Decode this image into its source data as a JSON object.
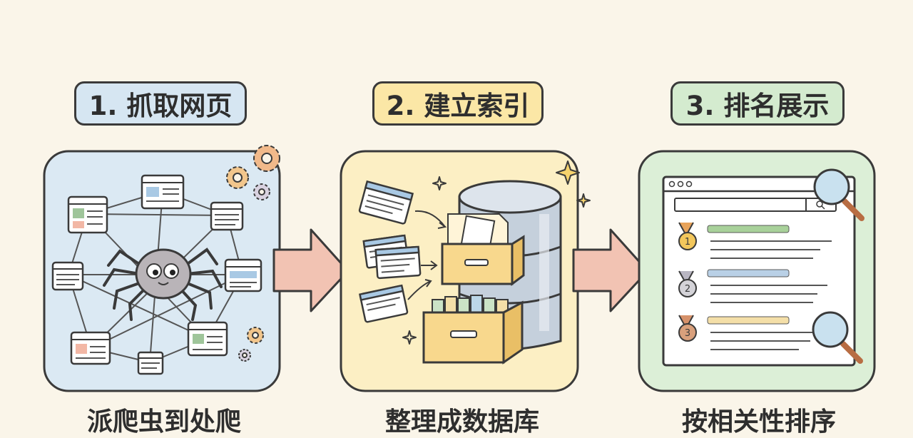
{
  "steps": [
    {
      "title": "1. 抓取网页",
      "caption": "派爬虫到处爬",
      "color": "#d6e6f2"
    },
    {
      "title": "2. 建立索引",
      "caption": "整理成数据库",
      "color": "#fbe7a6"
    },
    {
      "title": "3. 排名展示",
      "caption": "按相关性排序",
      "color": "#d4ebcf"
    }
  ],
  "colors": {
    "arrow": "#f2c3b3",
    "outline": "#3a3a3a",
    "panel1": "#dbe9f3",
    "panel2": "#fcefc4",
    "panel3": "#dcefd7"
  },
  "ranks": [
    "1",
    "2",
    "3"
  ]
}
